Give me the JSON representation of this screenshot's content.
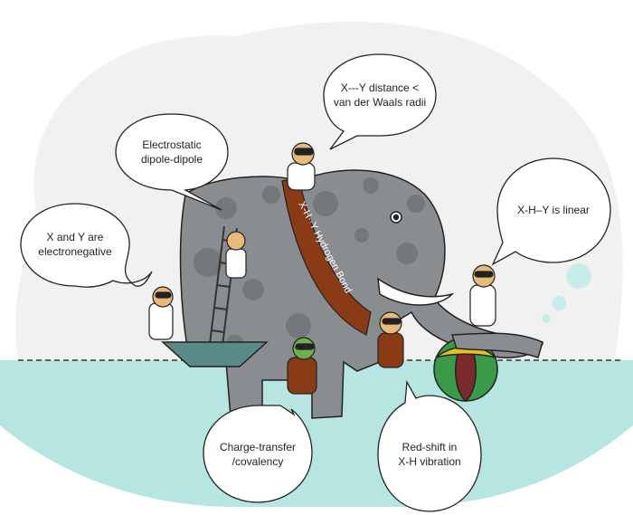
{
  "banner": {
    "label": "X-H··Y Hydrogen Bond"
  },
  "bubbles": {
    "electronegative": {
      "line1": "X and Y are",
      "line2": "electronegative"
    },
    "electrostatic": {
      "line1": "Electrostatic",
      "line2": "dipole-dipole"
    },
    "distance": {
      "line1": "X---Y distance <",
      "line2": "van der Waals radii"
    },
    "linear": {
      "line1": "X-H–Y is linear"
    },
    "charge_transfer": {
      "line1": "Charge-transfer",
      "line2": "/covalency"
    },
    "red_shift": {
      "line1": "Red-shift in",
      "line2": "X-H vibration"
    }
  },
  "colors": {
    "water": "#b7e5e1",
    "elephant": "#8a8d90",
    "banner": "#8a3b16",
    "background_blob": "#f1f1f1"
  }
}
